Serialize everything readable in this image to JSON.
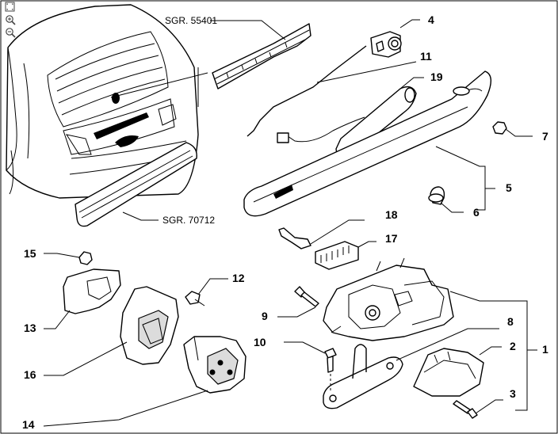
{
  "toolbar": {
    "icons": [
      "fit-view-icon",
      "zoom-in-icon",
      "zoom-out-icon"
    ]
  },
  "references": {
    "sgr_top": "SGR. 55401",
    "sgr_bottom": "SGR. 70712"
  },
  "callouts": {
    "n1": "1",
    "n2": "2",
    "n3": "3",
    "n4": "4",
    "n5": "5",
    "n6": "6",
    "n7": "7",
    "n8": "8",
    "n9": "9",
    "n10": "10",
    "n11": "11",
    "n12": "12",
    "n13": "13",
    "n14": "14",
    "n15": "15",
    "n16": "16",
    "n17": "17",
    "n18": "18",
    "n19": "19"
  }
}
